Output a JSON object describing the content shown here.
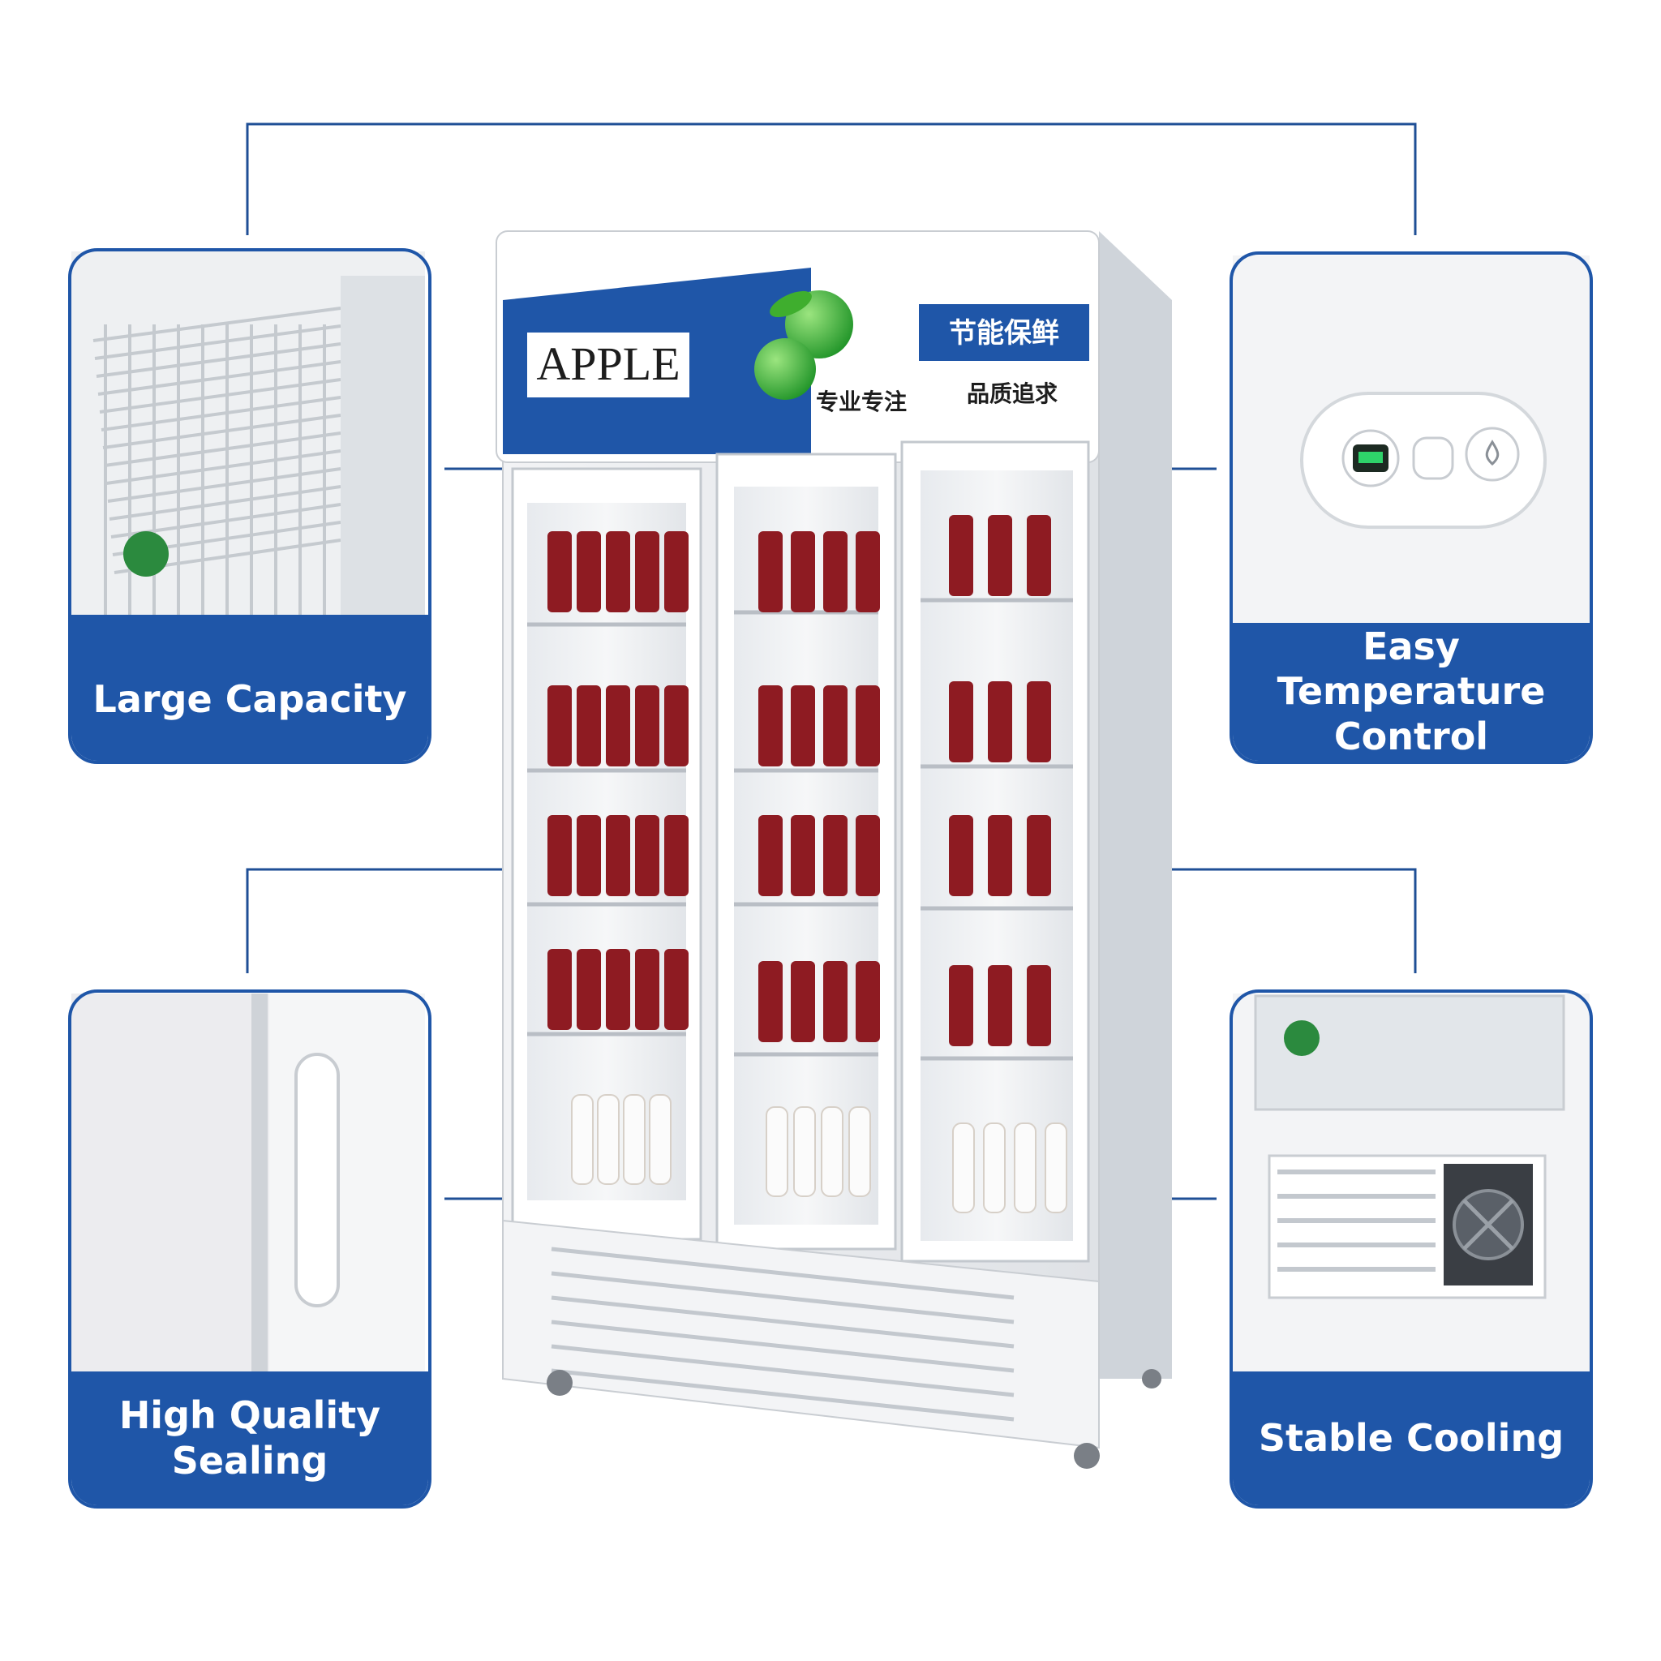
{
  "fridge": {
    "brand_label": "APPLE",
    "slogan_top": "节能保鲜",
    "slogan_left": "专业专注",
    "slogan_right": "品质追求"
  },
  "features": [
    {
      "label": "Large Capacity",
      "icon": "shelf-icon"
    },
    {
      "label": "Easy Temperature\nControl",
      "icon": "control-panel-icon"
    },
    {
      "label": "High Quality\nSealing",
      "icon": "door-handle-icon"
    },
    {
      "label": "Stable Cooling",
      "icon": "fan-icon"
    }
  ],
  "colors": {
    "accent": "#1f56a8",
    "can_red": "#8e1b22",
    "apple_green": "#3dbb3a",
    "connector": "#1f4f96"
  }
}
